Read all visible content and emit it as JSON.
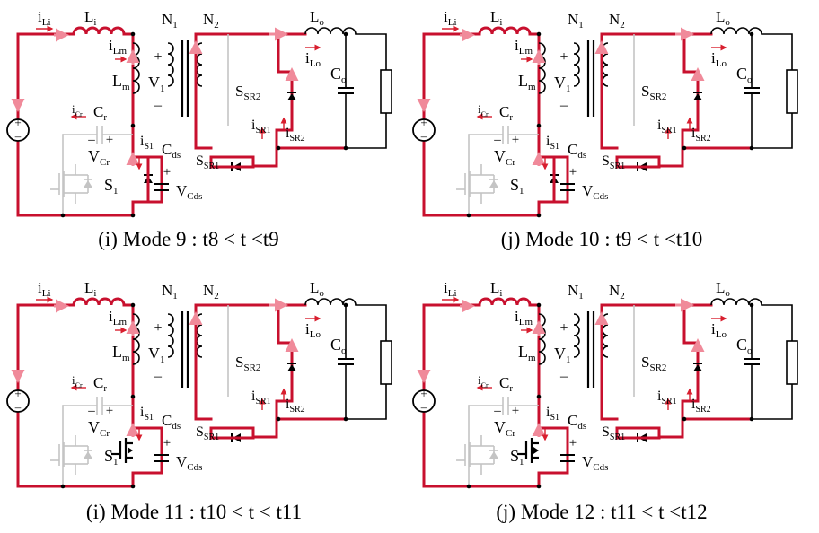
{
  "colors": {
    "active_path": "#c8102e",
    "current_arrow": "#f08a9a",
    "inactive_device": "#c4c4c4",
    "wire": "#000000"
  },
  "panels": [
    {
      "caption": "(i) Mode 9 : t8 < t <t9",
      "s1_state": "diode",
      "ssr1_state": "diode",
      "ssr2_state": "diode"
    },
    {
      "caption": "(j) Mode 10 : t9 < t <t10",
      "s1_state": "diode",
      "ssr1_state": "diode",
      "ssr2_state": "diode"
    },
    {
      "caption": "(i) Mode 11 : t10 < t < t11",
      "s1_state": "switch",
      "ssr1_state": "diode",
      "ssr2_state": "diode"
    },
    {
      "caption": "(j) Mode 12 : t11 < t <t12",
      "s1_state": "switch",
      "ssr1_state": "diode",
      "ssr2_state": "diode"
    }
  ],
  "labels": {
    "iLi": [
      "i",
      "Li"
    ],
    "Li": [
      "L",
      "i"
    ],
    "N1": [
      "N",
      "1"
    ],
    "N2": [
      "N",
      "2"
    ],
    "Lo": [
      "L",
      "o"
    ],
    "iLm": [
      "i",
      "Lm"
    ],
    "Lm": [
      "L",
      "m"
    ],
    "V1": [
      "V",
      "1"
    ],
    "iLo": [
      "i",
      "Lo"
    ],
    "Co": [
      "C",
      "o"
    ],
    "SSR2": [
      "S",
      "SR2"
    ],
    "iCr": [
      "i",
      "Cr"
    ],
    "Cr": [
      "C",
      "r"
    ],
    "iSR1": [
      "i",
      "SR1"
    ],
    "iSR2": [
      "i",
      "SR2"
    ],
    "iS1": [
      "i",
      "S1"
    ],
    "Cds": [
      "C",
      "ds"
    ],
    "VCr": [
      "V",
      "Cr"
    ],
    "SSR1": [
      "S",
      "SR1"
    ],
    "S1": [
      "S",
      "1"
    ],
    "VCds": [
      "V",
      "Cds"
    ],
    "plus": "+",
    "minus": "−",
    "dash": "–"
  }
}
